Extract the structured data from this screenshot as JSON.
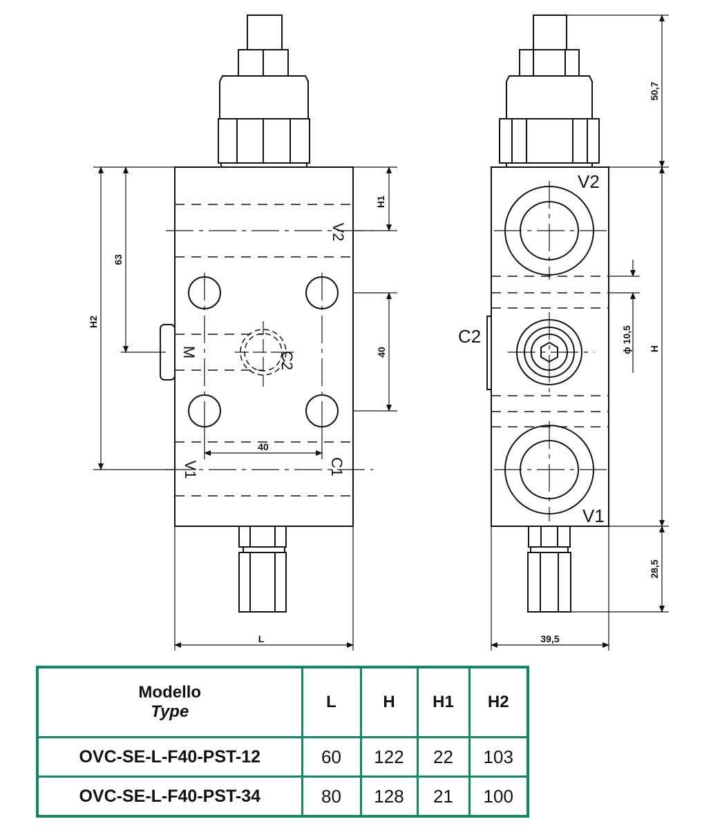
{
  "front_view": {
    "ports": {
      "v2": "V2",
      "v1": "V1",
      "c1": "C1",
      "c2": "C2",
      "m": "M"
    },
    "dims": {
      "h1": "H1",
      "d63": "63",
      "h2": "H2",
      "d40_v": "40",
      "d40_h": "40",
      "l": "L"
    }
  },
  "side_view": {
    "ports": {
      "v2": "V2",
      "v1": "V1",
      "c2": "C2"
    },
    "dims": {
      "d50_7": "50,7",
      "h": "H",
      "phi": "ϕ 10,5",
      "d28_5": "28,5",
      "d39_5": "39,5"
    }
  },
  "table": {
    "header": {
      "model": "Modello",
      "model_sub": "Type",
      "l": "L",
      "h": "H",
      "h1": "H1",
      "h2": "H2"
    },
    "rows": [
      {
        "model": "OVC-SE-L-F40-PST-12",
        "l": "60",
        "h": "122",
        "h1": "22",
        "h2": "103"
      },
      {
        "model": "OVC-SE-L-F40-PST-34",
        "l": "80",
        "h": "128",
        "h1": "21",
        "h2": "100"
      }
    ]
  },
  "colors": {
    "table_border": "#0e8a5f",
    "line": "#111111"
  }
}
